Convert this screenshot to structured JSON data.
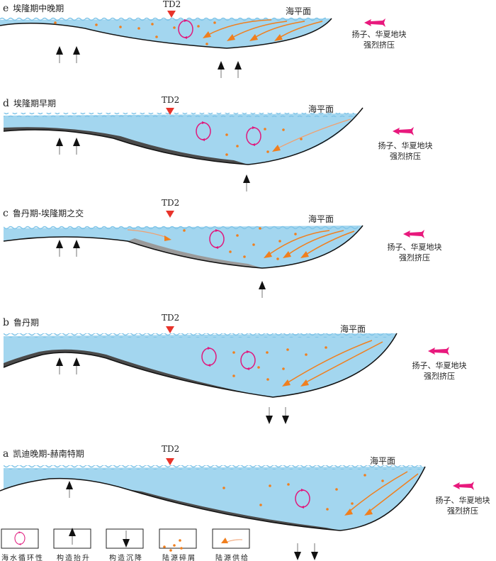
{
  "panels": [
    {
      "letter": "e",
      "title": "埃隆期中晚期",
      "well": "TD2",
      "sea_level": "海平面",
      "compression": [
        "扬子、华夏地块",
        "强烈挤压"
      ]
    },
    {
      "letter": "d",
      "title": "埃隆期早期",
      "well": "TD2",
      "sea_level": "海平面",
      "compression": [
        "扬子、华夏地块",
        "强烈挤压"
      ]
    },
    {
      "letter": "c",
      "title": "鲁丹期-埃隆期之交",
      "well": "TD2",
      "sea_level": "海平面",
      "compression": [
        "扬子、华夏地块",
        "强烈挤压"
      ]
    },
    {
      "letter": "b",
      "title": "鲁丹期",
      "well": "TD2",
      "sea_level": "海平面",
      "compression": [
        "扬子、华夏地块",
        "强烈挤压"
      ]
    },
    {
      "letter": "a",
      "title": "凯迪晚期-赫南特期",
      "well": "TD2",
      "sea_level": "海平面",
      "compression": [
        "扬子、华夏地块",
        "强烈挤压"
      ]
    }
  ],
  "legend": [
    {
      "icon": "circulation-icon",
      "label": "海水循环性"
    },
    {
      "icon": "uplift-arrow-icon",
      "label": "构造抬升"
    },
    {
      "icon": "subsidence-arrow-icon",
      "label": "构造沉降"
    },
    {
      "icon": "detritus-dots-icon",
      "label": "陆源碎屑"
    },
    {
      "icon": "supply-arrow-icon",
      "label": "陆源供给"
    }
  ],
  "colors": {
    "water": "#a3d6ef",
    "wave": "#7fc4e8",
    "shale": "#4a4a4a",
    "detritus": "#f07f1e",
    "circulation": "#e0197d",
    "well": "#e8332a",
    "compression": "#e8197d"
  }
}
